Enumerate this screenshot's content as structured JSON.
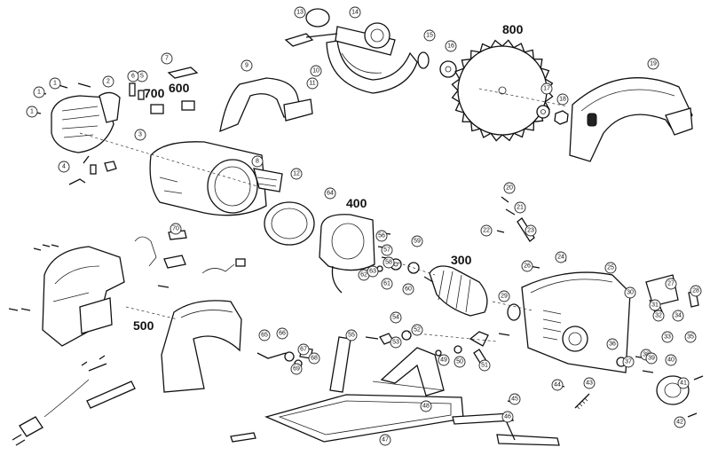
{
  "assembly_labels": {
    "a800": "800",
    "a700": "700",
    "a600": "600",
    "a400": "400",
    "a300": "300",
    "a500": "500"
  },
  "callouts": [
    "1",
    "1",
    "1",
    "2",
    "3",
    "4",
    "5",
    "6",
    "7",
    "8",
    "9",
    "10",
    "11",
    "12",
    "13",
    "14",
    "15",
    "16",
    "17",
    "18",
    "19",
    "20",
    "21",
    "22",
    "23",
    "24",
    "25",
    "26",
    "27",
    "28",
    "29",
    "30",
    "31",
    "32",
    "33",
    "34",
    "35",
    "36",
    "37",
    "38",
    "39",
    "40",
    "41",
    "42",
    "43",
    "44",
    "45",
    "46",
    "47",
    "48",
    "49",
    "50",
    "51",
    "52",
    "53",
    "54",
    "55",
    "56",
    "57",
    "58",
    "59",
    "60",
    "61",
    "62",
    "63",
    "64",
    "65",
    "66",
    "67",
    "68",
    "69",
    "70"
  ]
}
